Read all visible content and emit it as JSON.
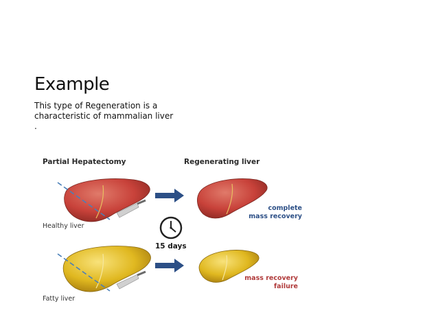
{
  "slide": {
    "title": "Example",
    "body_lines": [
      "This type of Regeneration is a",
      "characteristic of mammalian liver",
      "."
    ]
  },
  "figure": {
    "left_header": "Partial Hepatectomy",
    "right_header": "Regenerating liver",
    "healthy_caption": "Healthy liver",
    "fatty_caption": "Fatty liver",
    "time_label": "15 days",
    "complete_line1": "complete",
    "complete_line2": "mass recovery",
    "failure_line1": "mass recovery",
    "failure_line2": "failure",
    "colors": {
      "healthy_liver": "#c8423a",
      "fatty_liver": "#e0b820",
      "arrow": "#2c4f86",
      "complete_text": "#2c4f86",
      "failure_text": "#b03a3a",
      "cut_line": "#4a7fb8"
    }
  }
}
